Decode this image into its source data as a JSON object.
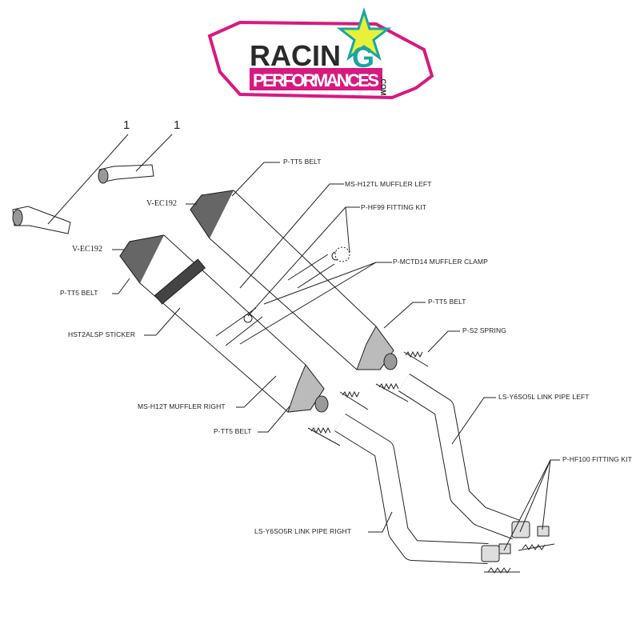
{
  "logo": {
    "word1": "RACING",
    "word2": "PERFORMANCES",
    "suffix": ".COM",
    "colors": {
      "frame": "#d8197f",
      "star": "#e8f03a",
      "teal": "#1aa5a5",
      "dark": "#2a2a2a"
    }
  },
  "callouts": {
    "item_1a": "1",
    "item_1b": "1",
    "belt_top": "P-TT5  BELT",
    "muffler_left": "MS-H12TL  MUFFLER LEFT",
    "endcap_left": "V-EC192",
    "fitting_kit_99": "P-HF99  FITTING KIT",
    "endcap_right": "V-EC192",
    "muffler_clamp": "P-MCTD14  MUFFLER CLAMP",
    "belt_left": "P-TT5  BELT",
    "belt_right": "P-TT5  BELT",
    "sticker": "HST2ALSP  STICKER",
    "spring": "P-S2  SPRING",
    "link_pipe_left": "LS-Y6SO5L  LINK PIPE LEFT",
    "muffler_right": "MS-H12T  MUFFLER RIGHT",
    "belt_bottom": "P-TT5  BELT",
    "fitting_kit_100": "P-HF100  FITTING KIT",
    "link_pipe_right": "LS-Y6SO5R  LINK PIPE RIGHT"
  }
}
